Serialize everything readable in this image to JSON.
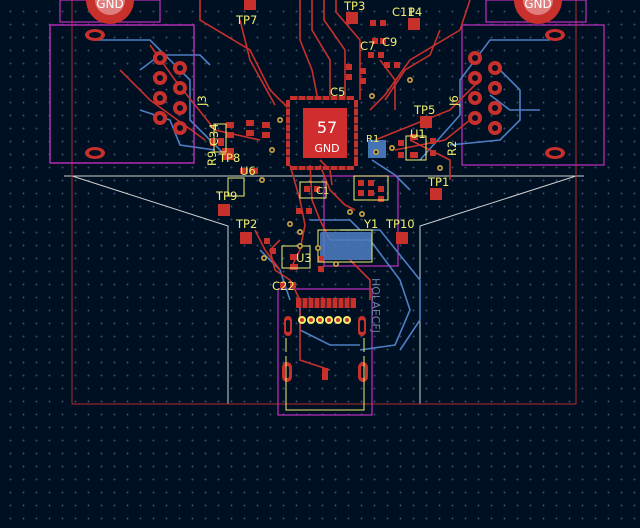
{
  "viewer": {
    "layers": {
      "front_copper": "#c8302c",
      "back_copper": "#4d7fc4",
      "silkscreen": "#f2ee6c",
      "courtyard": "#c22fc2",
      "edge_cuts": "#d0d0d0",
      "back_fab": "#6e7ea0",
      "background": "#001023"
    }
  },
  "board": {
    "mcu_pad_number": "57",
    "mcu_pad_net": "GND",
    "mount_pad_left_net": "GND",
    "mount_pad_right_net": "GND",
    "back_fab_text": "HOLAECFJ",
    "references": {
      "tp7": "TP7",
      "tp3": "TP3",
      "c11": "C11",
      "p4": "P4",
      "c7": "C7",
      "c9": "C9",
      "j3": "J3",
      "j6": "J6",
      "c5": "C5",
      "c34": "C34",
      "r9": "R9",
      "tp8": "TP8",
      "u6": "U6",
      "tp5": "TP5",
      "u1": "U1",
      "r2": "R2",
      "r1": "R1",
      "tp1": "TP1",
      "tp9": "TP9",
      "c1": "C1",
      "y1": "Y1",
      "tp10": "TP10",
      "tp2": "TP2",
      "u3": "U3",
      "c22": "C22"
    }
  }
}
